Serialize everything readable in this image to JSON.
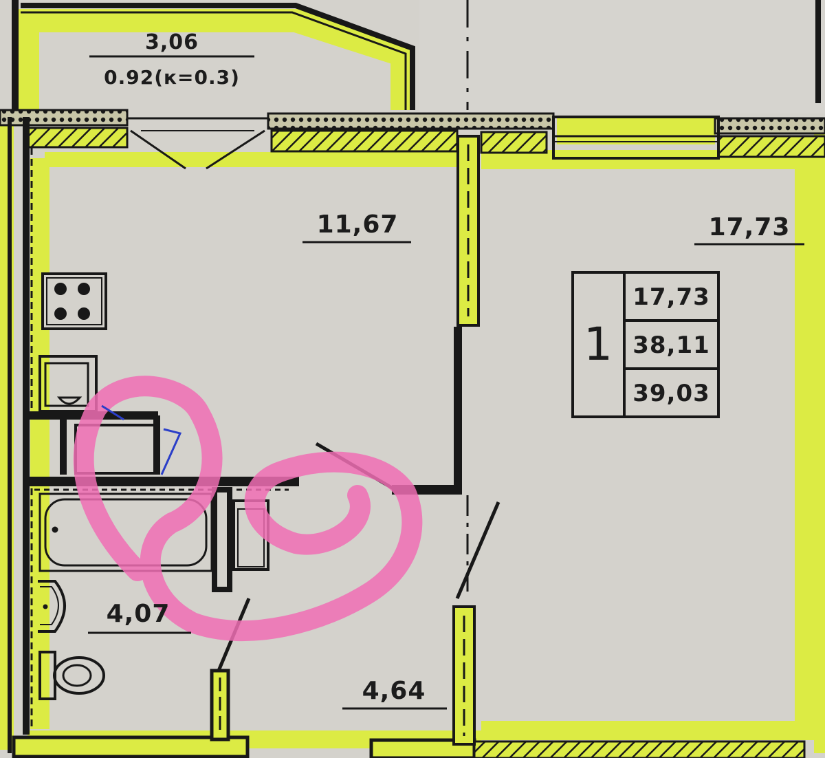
{
  "rooms": {
    "balcony": {
      "area": "3,06",
      "reduced": "0.92(к=0.3)"
    },
    "kitchen": {
      "area": "11,67"
    },
    "living": {
      "area": "17,73"
    },
    "bathroom": {
      "area": "4,07"
    },
    "hallway": {
      "area": "4,64"
    }
  },
  "apartment_box": {
    "number": "1",
    "living_area": "17,73",
    "total_area": "38,11",
    "total_with_balcony": "39,03"
  },
  "colors": {
    "highlight": "#dceb44",
    "wall": "#181818",
    "floor": "#d4d2cc",
    "marker_pink": "#f06fb4",
    "marker_blue": "#2a3ec8"
  }
}
